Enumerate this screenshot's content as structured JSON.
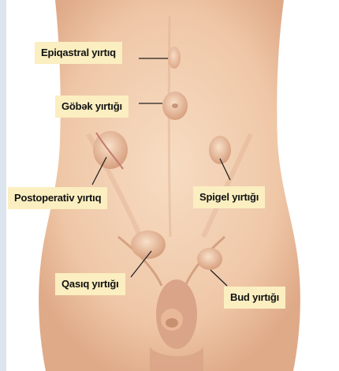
{
  "labels": {
    "epigastral": "Epiqastral yırtıq",
    "gobek": "Göbək yırtığı",
    "postoperativ": "Postoperativ yırtıq",
    "spigel": "Spigel yırtığı",
    "qasiq": "Qasıq yırtığı",
    "bud": "Bud yırtığı"
  },
  "colors": {
    "skin": "#f2cfb1",
    "skin_shadow": "#d9a98a",
    "label_bg": "#fbeec0",
    "leader_line": "#222222",
    "side_strip": "#dbe4ef"
  }
}
